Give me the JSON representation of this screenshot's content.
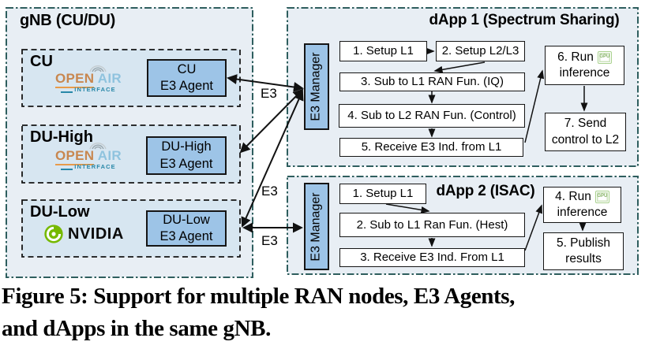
{
  "colors": {
    "panel_fill": "#E8EEF4",
    "node_fill": "#D7E6F1",
    "agent_fill": "#9DC4E7",
    "panel_border": "#2E5E5E",
    "inner_border": "#151515",
    "arrow": "#111111",
    "nvidia_green": "#76B900",
    "oai_orange": "#C8874F",
    "oai_blue": "#8FC3DE",
    "oai_teal": "#2787A8",
    "gpu_green": "#A9D18E"
  },
  "gnb": {
    "title": "gNB (CU/DU)",
    "nodes": [
      {
        "label": "CU",
        "agent_line1": "CU",
        "agent_line2": "E3 Agent"
      },
      {
        "label": "DU-High",
        "agent_line1": "DU-High",
        "agent_line2": "E3 Agent"
      },
      {
        "label": "DU-Low",
        "agent_line1": "DU-Low",
        "agent_line2": "E3 Agent"
      }
    ]
  },
  "oai_logo": {
    "open": "OPEN",
    "air": "AIR",
    "interface": "INTERFACE"
  },
  "nvidia_logo": {
    "text": "NVIDIA"
  },
  "e3_labels": [
    "E3",
    "E3",
    "E3"
  ],
  "dapp1": {
    "title": "dApp 1 (Spectrum Sharing)",
    "manager": "E3 Manager",
    "steps": [
      "1. Setup L1",
      "2. Setup L2/L3",
      "3. Sub to L1 RAN Fun. (IQ)",
      "4. Sub to L2 RAN Fun. (Control)",
      "5. Receive E3 Ind. from L1"
    ],
    "step6_line1": "6. Run",
    "step6_line2": "inference",
    "step7_line1": "7. Send",
    "step7_line2": "control to L2"
  },
  "dapp2": {
    "title": "dApp 2 (ISAC)",
    "manager": "E3 Manager",
    "steps": [
      "1. Setup L1",
      "2. Sub to L1 Ran Fun. (Hest)",
      "3. Receive E3 Ind. From L1"
    ],
    "step4_line1": "4. Run",
    "step4_line2": "inference",
    "step5_line1": "5. Publish",
    "step5_line2": "results"
  },
  "gpu_icon_label": "GPU",
  "caption": {
    "line1": "Figure 5: Support for multiple RAN nodes, E3 Agents,",
    "line2": "and dApps in the same gNB."
  }
}
